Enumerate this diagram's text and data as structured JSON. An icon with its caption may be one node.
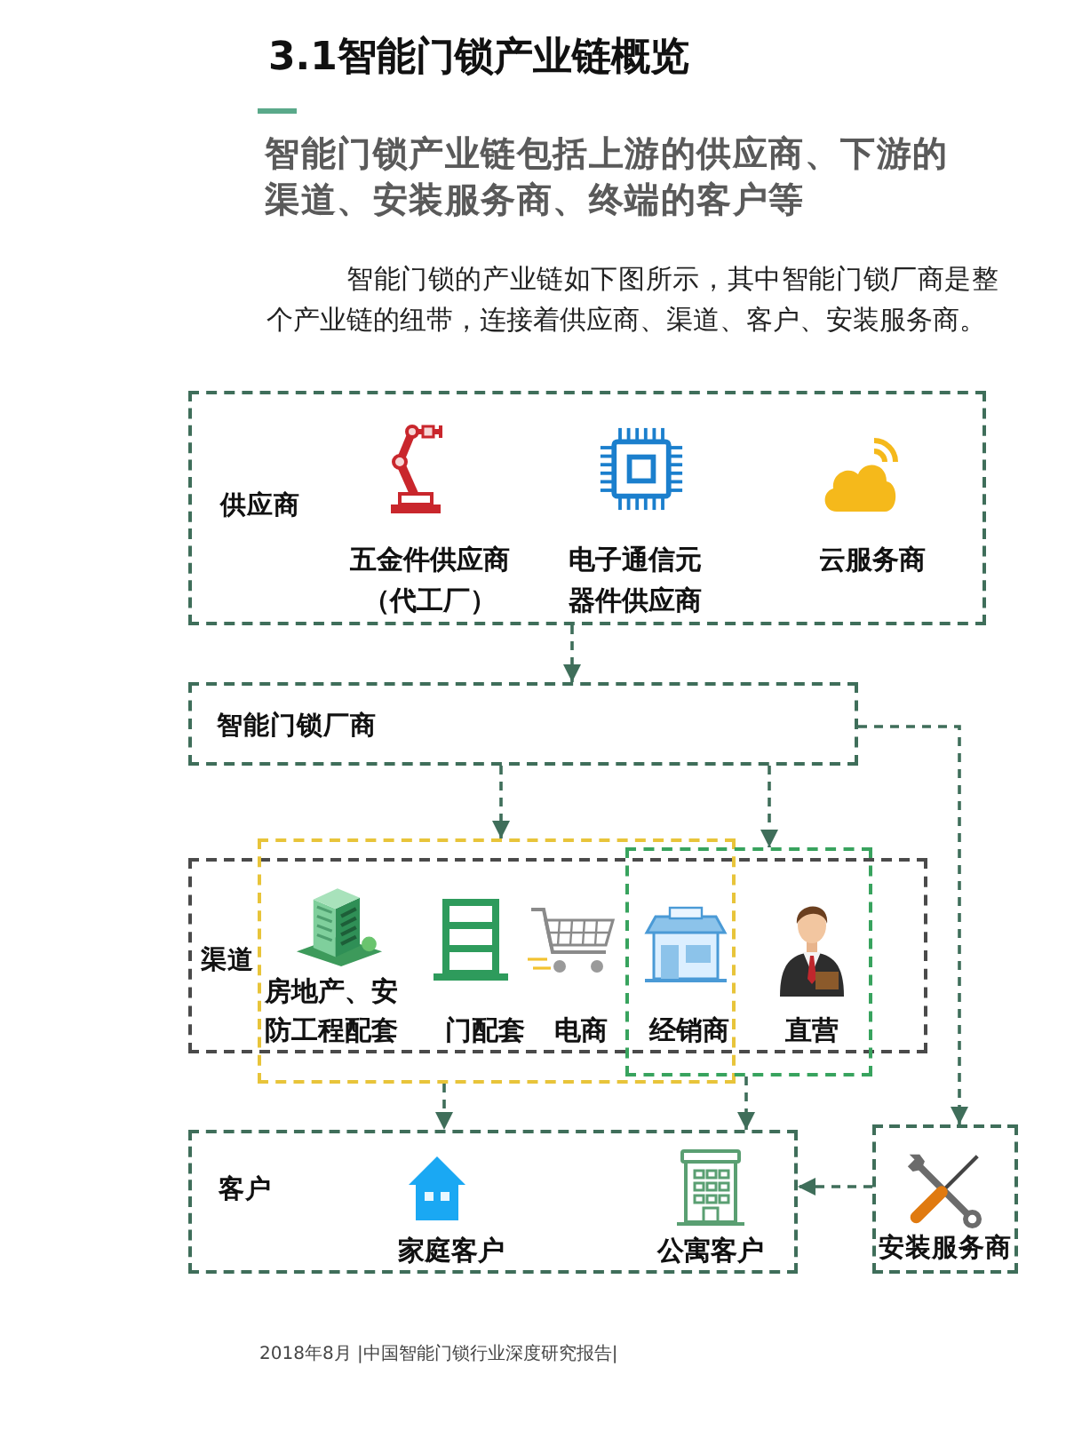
{
  "diagram": {
    "title": "3.1智能门锁产业链概览",
    "nodes": [
      {
        "text": [
          "供应商",
          "五金件供应商（代工厂）",
          "电子通信元器件供应商",
          "云服务商"
        ]
      },
      {
        "text": [
          "智能门锁厂商"
        ]
      },
      {
        "text": [
          "渠道"
        ]
      },
      {
        "text": [
          "房地产、安防工程配套",
          "门配套",
          "电商"
        ]
      },
      {
        "text": [
          "经销商",
          "直营"
        ]
      },
      {
        "text": [
          "客户",
          "家庭客户",
          "公寓客户"
        ]
      },
      {
        "text": [
          "安装服务商"
        ]
      }
    ],
    "edges": [
      {
        "from": 0,
        "to": 1,
        "arrow": "to",
        "style": "dashed"
      },
      {
        "from": 1,
        "to": 3,
        "arrow": "to",
        "style": "dashed"
      },
      {
        "from": 1,
        "to": 4,
        "arrow": "to",
        "style": "dashed"
      },
      {
        "from": 1,
        "to": 6,
        "arrow": "to",
        "style": "dashed"
      },
      {
        "from": 3,
        "to": 5,
        "arrow": "to",
        "style": "dashed"
      },
      {
        "from": 4,
        "to": 5,
        "arrow": "to",
        "style": "dashed"
      },
      {
        "from": 6,
        "to": 5,
        "arrow": "to",
        "style": "dashed"
      }
    ],
    "labels": [
      "智能门锁产业链包括上游的供应商、下游的渠道、安装服务商、终端的客户等",
      "智能门锁的产业链如下图所示，其中智能门锁厂商是整个产业链的纽带，连接着供应商、渠道、客户、安装服务商。",
      "2018年8月 |中国智能门锁行业深度研究报告|"
    ]
  }
}
